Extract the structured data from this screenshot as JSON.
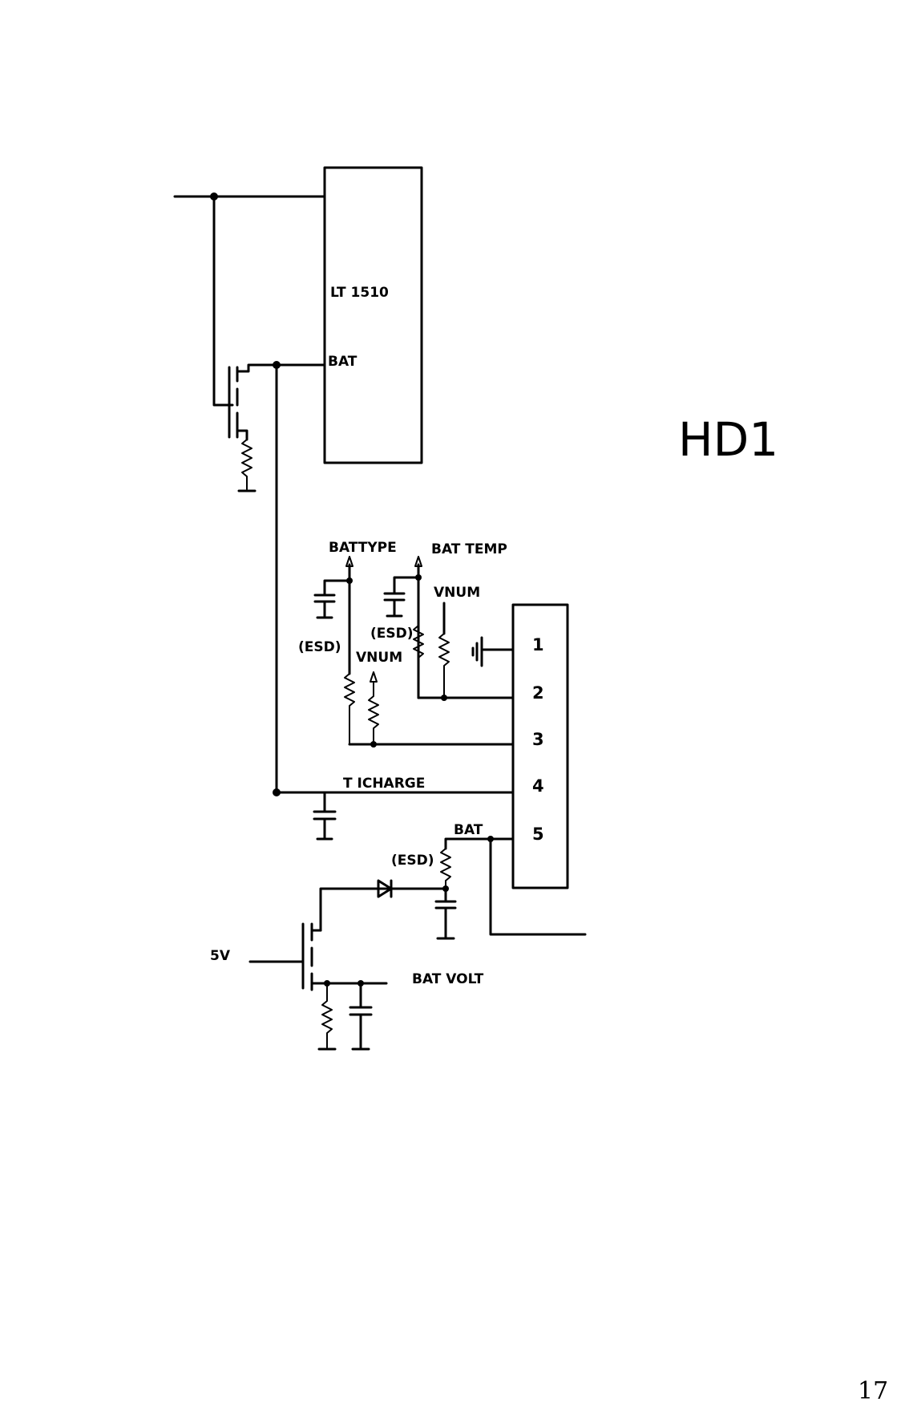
{
  "ic": {
    "name": "LT 1510",
    "pin_bat": "BAT"
  },
  "connector": {
    "pins": [
      "1",
      "2",
      "3",
      "4",
      "5"
    ]
  },
  "labels": {
    "bat_type": "BATTYPE",
    "bat_temp": "BAT TEMP",
    "vnum_1": "VNUM",
    "vnum_2": "VNUM",
    "esd_1": "(ESD)",
    "esd_2": "(ESD)",
    "esd_3": "(ESD)",
    "t_icharge": "T ICHARGE",
    "bat": "BAT",
    "five_v": "5V",
    "bat_volt": "BAT VOLT"
  },
  "title": "HD1",
  "page_number": "17"
}
